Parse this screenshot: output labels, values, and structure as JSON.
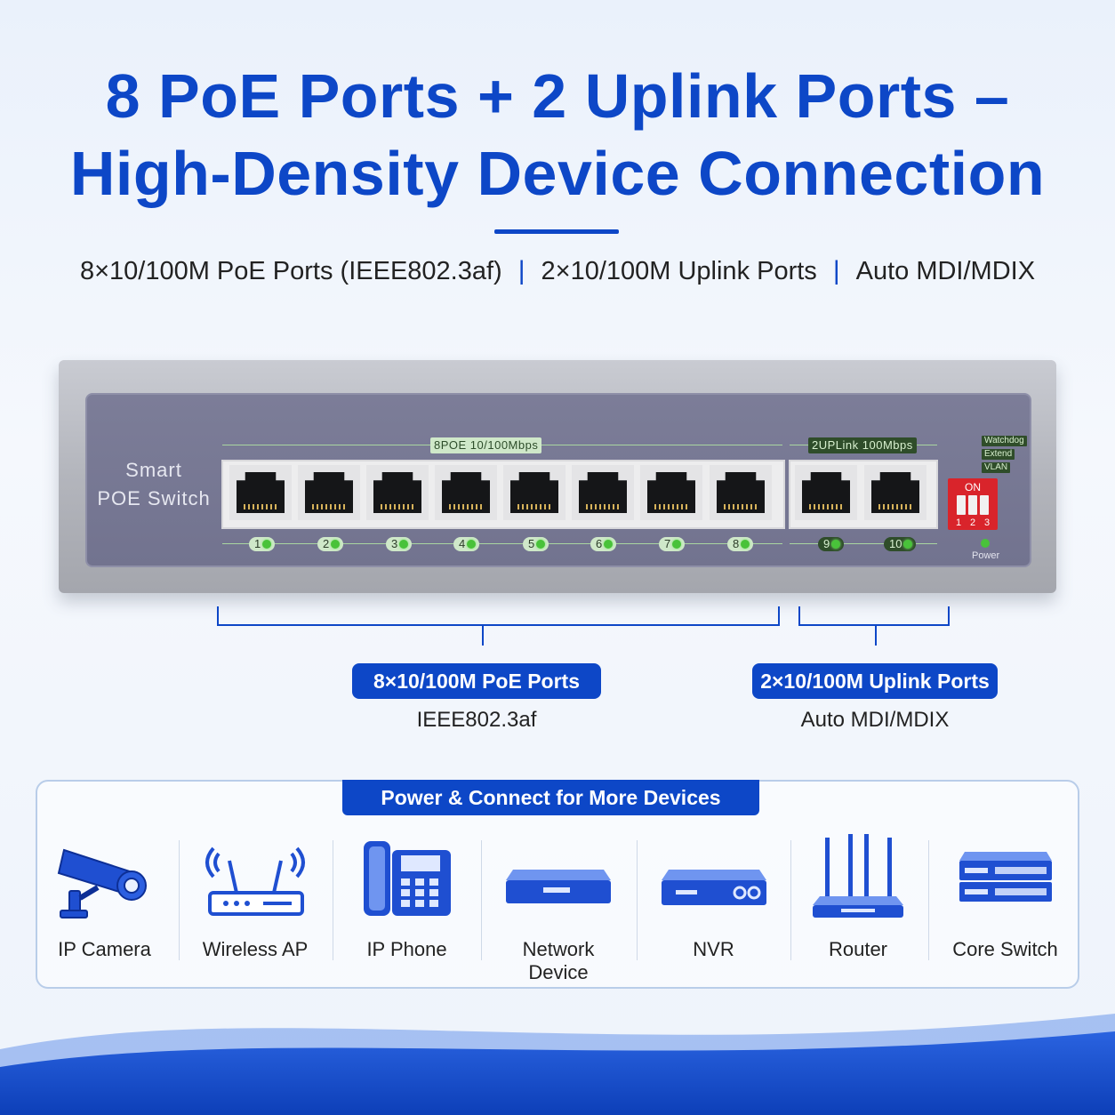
{
  "headline": {
    "line1": "8 PoE Ports + 2 Uplink Ports –",
    "line2": "High-Density Device Connection"
  },
  "spec_line": {
    "items": [
      "8×10/100M PoE Ports (IEEE802.3af)",
      "2×10/100M Uplink Ports",
      "Auto MDI/MDIX"
    ],
    "separator": "|"
  },
  "switch": {
    "brand_line1": "Smart",
    "brand_line2": "POE Switch",
    "poe_group_label": "8POE 10/100Mbps",
    "uplink_group_label": "2UPLink 100Mbps",
    "port_numbers": [
      "1",
      "2",
      "3",
      "4",
      "5",
      "6",
      "7",
      "8",
      "9",
      "10"
    ],
    "dip_on": "ON",
    "dip_numbers": [
      "1",
      "2",
      "3"
    ],
    "dip_labels": [
      "Watchdog",
      "Extend",
      "VLAN"
    ],
    "power_label": "Power",
    "led_color": "#49c23a"
  },
  "callouts": {
    "poe": {
      "title": "8×10/100M PoE Ports",
      "subtitle": "IEEE802.3af"
    },
    "uplink": {
      "title": "2×10/100M Uplink Ports",
      "subtitle": "Auto MDI/MDIX"
    }
  },
  "devices_panel": {
    "title": "Power & Connect for More Devices",
    "devices": [
      {
        "name": "IP Camera",
        "icon": "ip-camera-icon"
      },
      {
        "name": "Wireless AP",
        "icon": "wireless-ap-icon"
      },
      {
        "name": "IP Phone",
        "icon": "ip-phone-icon"
      },
      {
        "name": "Network Device",
        "icon": "network-device-icon"
      },
      {
        "name": "NVR",
        "icon": "nvr-icon"
      },
      {
        "name": "Router",
        "icon": "router-icon"
      },
      {
        "name": "Core Switch",
        "icon": "core-switch-icon"
      }
    ]
  },
  "colors": {
    "brand_blue": "#0d47c7",
    "switch_face": "#76778f",
    "dip_red": "#d9242b"
  }
}
